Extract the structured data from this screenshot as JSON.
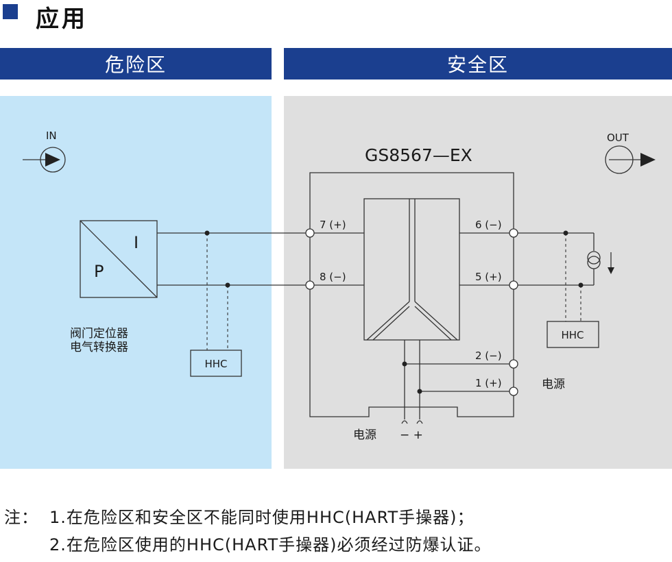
{
  "heading": {
    "title": "应用"
  },
  "zones": {
    "hazard": "危险区",
    "safe": "安全区"
  },
  "device": {
    "model": "GS8567—EX"
  },
  "signals": {
    "input": "IN",
    "output": "OUT"
  },
  "converter": {
    "letter_p": "P",
    "letter_i": "I",
    "name_line1": "阀门定位器",
    "name_line2": "电气转换器"
  },
  "terminals": {
    "t7": "7 (+)",
    "t8": "8 (−)",
    "t6": "6 (−)",
    "t5": "5 (+)",
    "t2": "2 (−)",
    "t1": "1 (+)"
  },
  "hhc": {
    "left": "HHC",
    "right": "HHC"
  },
  "power": {
    "right_label": "电源",
    "bottom_label": "电源",
    "bottom_polarity": "− +"
  },
  "notes": {
    "prefix": "注：",
    "line1": "1.在危险区和安全区不能同时使用HHC(HART手操器)；",
    "line2": "2.在危险区使用的HHC(HART手操器)必须经过防爆认证。"
  },
  "colors": {
    "band": "#1b3f8f",
    "hazard_zone": "#c4e5f8",
    "safe_zone": "#dfdfdf",
    "line": "#333333"
  }
}
